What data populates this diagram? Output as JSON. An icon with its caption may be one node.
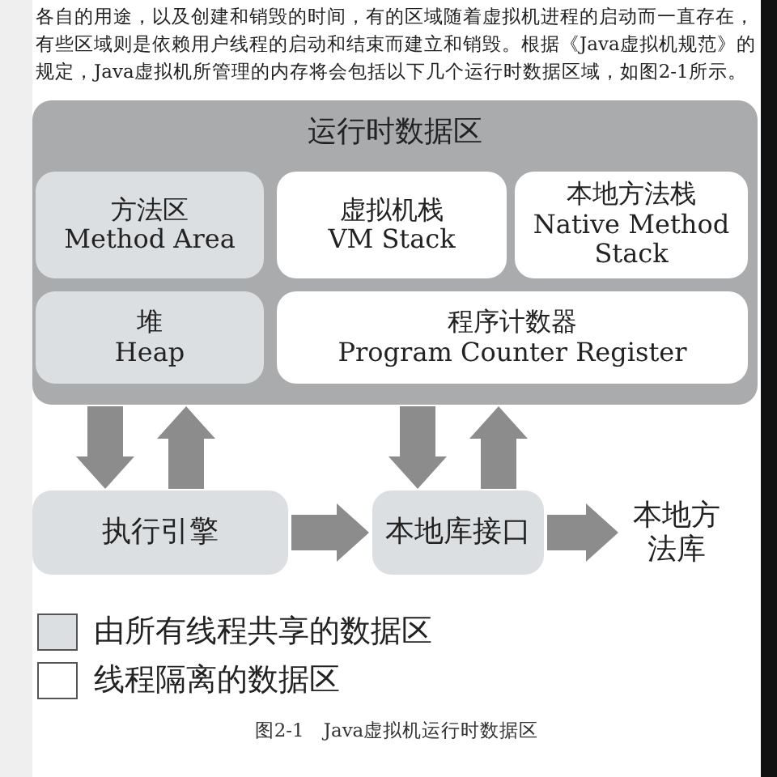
{
  "diagram": {
    "caption": "图2-1　Java虚拟机运行时数据区",
    "nodes": [
      {
        "text": [
          "运行时数据区"
        ]
      },
      {
        "text": [
          "方法区",
          "Method Area"
        ],
        "in": 0
      },
      {
        "text": [
          "虚拟机栈",
          "VM Stack"
        ],
        "in": 0
      },
      {
        "text": [
          "本地方法栈",
          "Native Method Stack"
        ],
        "in": 0
      },
      {
        "text": [
          "堆",
          "Heap"
        ],
        "in": 0
      },
      {
        "text": [
          "程序计数器",
          "Program Counter Register"
        ],
        "in": 0
      },
      {
        "text": [
          "执行引擎"
        ]
      },
      {
        "text": [
          "本地库接口"
        ]
      },
      {
        "text": [
          "本地方法库"
        ]
      }
    ],
    "edges": [
      {
        "from": 0,
        "to": 6,
        "arrow": "to"
      },
      {
        "from": 6,
        "to": 0,
        "arrow": "to"
      },
      {
        "from": 0,
        "to": 7,
        "arrow": "to"
      },
      {
        "from": 7,
        "to": 0,
        "arrow": "to"
      },
      {
        "from": 6,
        "to": 7,
        "arrow": "to"
      },
      {
        "from": 7,
        "to": 8,
        "arrow": "to"
      }
    ],
    "labels": [
      "各自的用途，以及创建和销毁的时间，有的区域随着虚拟机进程的启动而一直存在，有些区域则是依赖用户线程的启动和结束而建立和销毁。根据《Java虚拟机规范》的规定，Java虚拟机所管理的内存将会包括以下几个运行时数据区域，如图2-1所示。"
    ],
    "legend": [
      {
        "text": "由所有线程共享的数据区",
        "color": "#dcdfe1"
      },
      {
        "text": "线程隔离的数据区",
        "color": "#ffffff"
      }
    ]
  }
}
